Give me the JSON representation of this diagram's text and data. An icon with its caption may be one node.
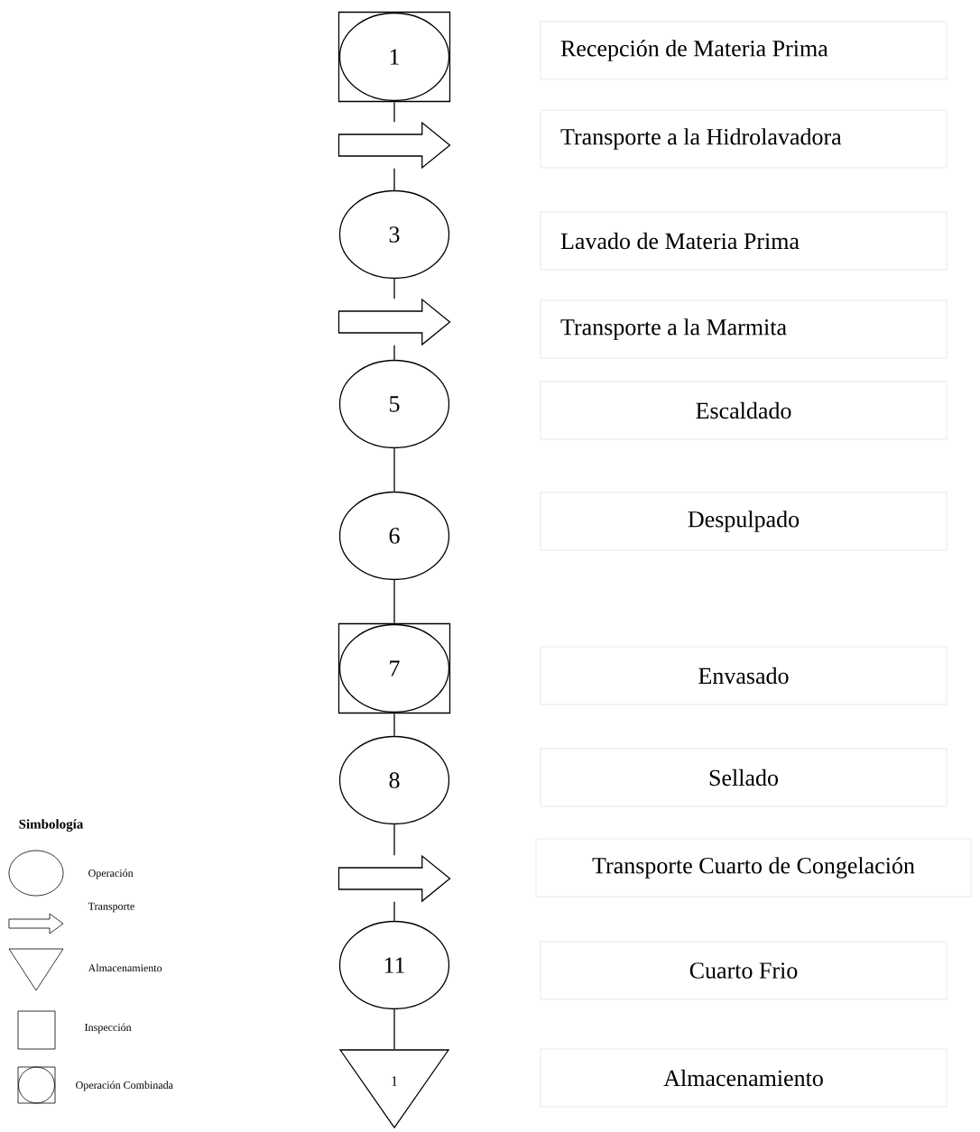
{
  "diagram": {
    "nodes": [
      {
        "text": [],
        "shape": "box"
      },
      {
        "text": [
          "1"
        ],
        "in": 0
      },
      {
        "text": [],
        "shape": "arrow"
      },
      {
        "text": [
          "3"
        ]
      },
      {
        "text": [],
        "shape": "arrow"
      },
      {
        "text": [
          "5"
        ]
      },
      {
        "text": [
          "6"
        ]
      },
      {
        "text": [],
        "shape": "box"
      },
      {
        "text": [
          "7"
        ],
        "in": 7
      },
      {
        "text": [
          "8"
        ]
      },
      {
        "text": [],
        "shape": "arrow"
      },
      {
        "text": [
          "11"
        ]
      },
      {
        "text": [
          "1"
        ]
      },
      {
        "text": [
          "Recepción de Materia Prima"
        ]
      },
      {
        "text": [
          "Transporte a la Hidrolavadora"
        ]
      },
      {
        "text": [
          "Lavado de Materia Prima"
        ]
      },
      {
        "text": [
          "Transporte a la Marmita"
        ]
      },
      {
        "text": [
          "Escaldado"
        ]
      },
      {
        "text": [
          "Despulpado"
        ]
      },
      {
        "text": [
          "Envasado"
        ]
      },
      {
        "text": [
          "Sellado"
        ]
      },
      {
        "text": [
          "Transporte Cuarto de Congelación"
        ]
      },
      {
        "text": [
          "Cuarto Frio"
        ]
      },
      {
        "text": [
          "Almacenamiento"
        ]
      }
    ],
    "edges": [
      {
        "from": 0,
        "to": 2,
        "arrow": "none"
      },
      {
        "from": 2,
        "to": 3,
        "arrow": "none"
      },
      {
        "from": 3,
        "to": 4,
        "arrow": "none"
      },
      {
        "from": 4,
        "to": 5,
        "arrow": "none"
      },
      {
        "from": 5,
        "to": 6,
        "arrow": "none"
      },
      {
        "from": 6,
        "to": 7,
        "arrow": "none"
      },
      {
        "from": 7,
        "to": 9,
        "arrow": "none"
      },
      {
        "from": 9,
        "to": 10,
        "arrow": "none"
      },
      {
        "from": 10,
        "to": 11,
        "arrow": "none"
      },
      {
        "from": 11,
        "to": 12,
        "arrow": "none"
      }
    ],
    "labels": [
      "Simbología"
    ],
    "legend": [
      {
        "text": "Operación"
      },
      {
        "text": "Transporte"
      },
      {
        "text": "Almacenamiento"
      },
      {
        "text": "Inspección"
      },
      {
        "text": "Operación Combinada"
      }
    ]
  }
}
